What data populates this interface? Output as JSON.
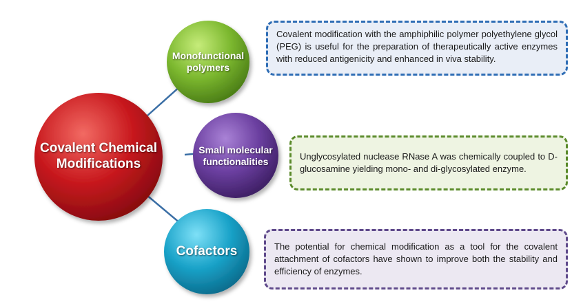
{
  "center": {
    "label_line1": "Covalent Chemical",
    "label_line2": "Modifications",
    "color": "#c0161b"
  },
  "branches": [
    {
      "label_line1": "Monofunctional",
      "label_line2": "polymers",
      "color": "#7cb82f",
      "description": "Covalent modification with the amphiphilic polymer polyethylene glycol (PEG) is useful for the preparation of therapeutically active enzymes with reduced antigenicity and enhanced in viva stability.",
      "box_border": "#2e6db5",
      "box_fill": "#e9eef7"
    },
    {
      "label_line1": "Small molecular",
      "label_line2": "functionalities",
      "color": "#6b3fa0",
      "description": "Unglycosylated nuclease RNase A was chemically coupled to D-glucosamine yielding mono- and di-glycosylated enzyme.",
      "box_border": "#5a8a2a",
      "box_fill": "#eef4e2"
    },
    {
      "label_line1": "Cofactors",
      "label_line2": "",
      "color": "#1aa3c9",
      "description": "The potential for chemical modification as a tool for the covalent attachment of cofactors have shown to improve both the stability and efficiency of enzymes.",
      "box_border": "#5f4a8b",
      "box_fill": "#ece8f2"
    }
  ],
  "connector_color": "#3a6ea5"
}
